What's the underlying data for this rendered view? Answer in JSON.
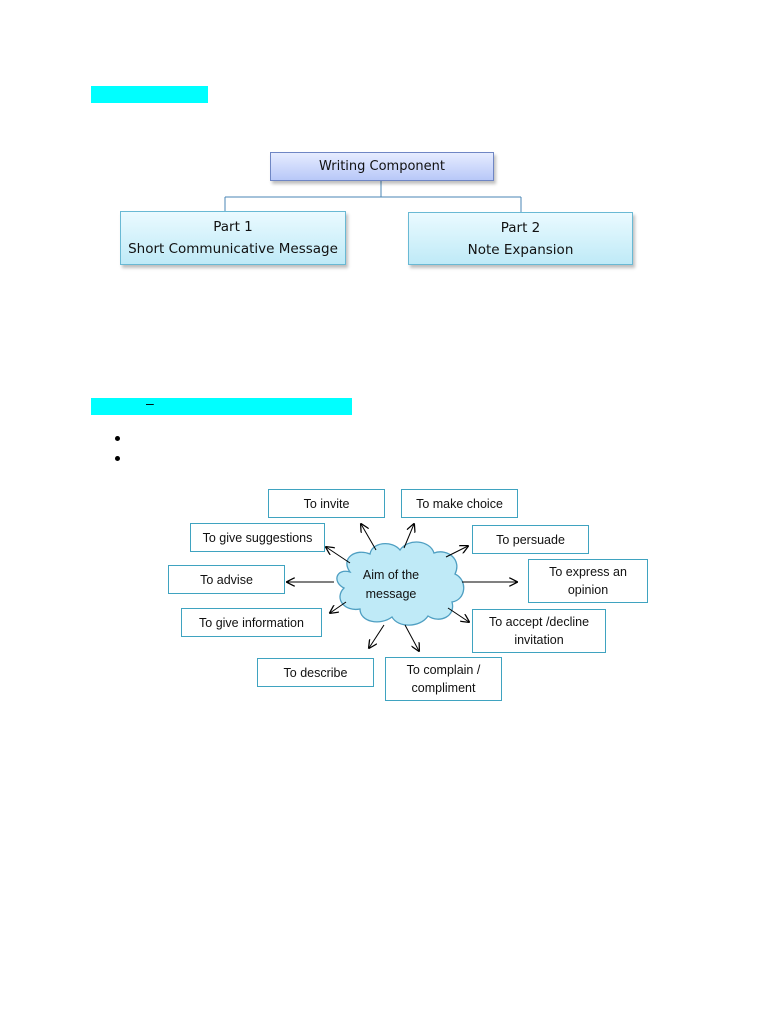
{
  "tree": {
    "root": "Writing Component",
    "parts": [
      {
        "title": "Part 1",
        "subtitle": "Short Communicative Message"
      },
      {
        "title": "Part 2",
        "subtitle": "Note Expansion"
      }
    ]
  },
  "section_marker": "–",
  "mindmap": {
    "center": [
      "Aim of the",
      "message"
    ],
    "purposes": [
      [
        "To invite"
      ],
      [
        "To make choice"
      ],
      [
        "To give suggestions"
      ],
      [
        "To persuade"
      ],
      [
        "To advise"
      ],
      [
        "To express an",
        "opinion"
      ],
      [
        "To give information"
      ],
      [
        "To accept /decline",
        "invitation"
      ],
      [
        "To describe"
      ],
      [
        "To complain /",
        "compliment"
      ]
    ]
  },
  "colors": {
    "highlight": "#00ffff",
    "tree_connector": "#4a86b4",
    "box_border": "#3fa3c0",
    "cloud_fill": "#bfeaf7"
  }
}
